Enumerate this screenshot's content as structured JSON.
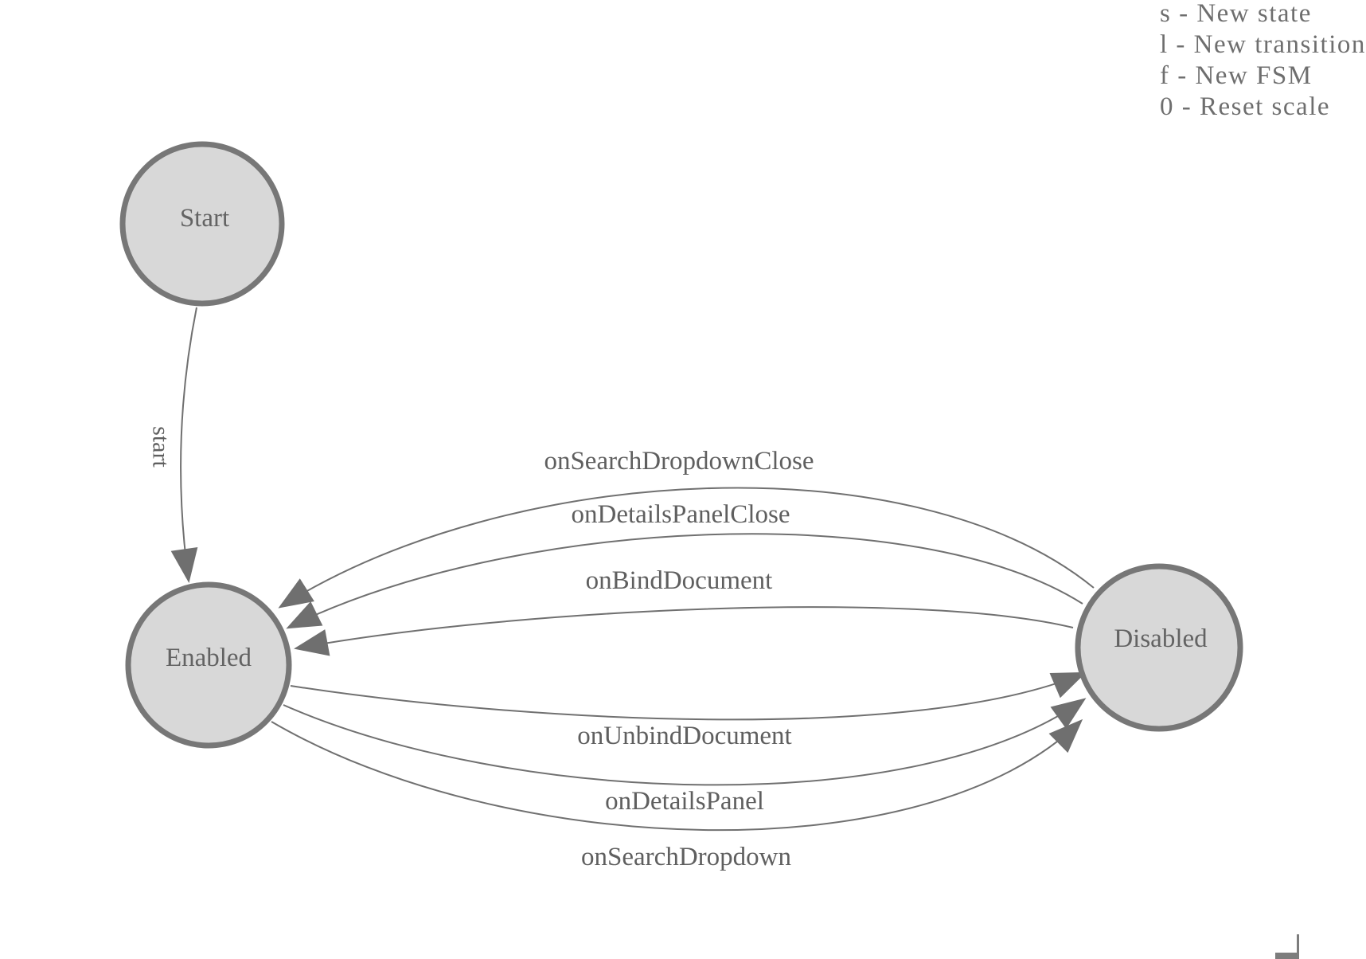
{
  "diagram": {
    "type": "finite-state-machine",
    "states": [
      {
        "label": "Start"
      },
      {
        "label": "Enabled"
      },
      {
        "label": "Disabled"
      }
    ],
    "transitions": [
      {
        "label": "start",
        "from": "Start",
        "to": "Enabled"
      },
      {
        "label": "onSearchDropdownClose",
        "from": "Disabled",
        "to": "Enabled"
      },
      {
        "label": "onDetailsPanelClose",
        "from": "Disabled",
        "to": "Enabled"
      },
      {
        "label": "onBindDocument",
        "from": "Disabled",
        "to": "Enabled"
      },
      {
        "label": "onUnbindDocument",
        "from": "Enabled",
        "to": "Disabled"
      },
      {
        "label": "onDetailsPanel",
        "from": "Enabled",
        "to": "Disabled"
      },
      {
        "label": "onSearchDropdown",
        "from": "Enabled",
        "to": "Disabled"
      }
    ]
  },
  "legend": {
    "lines": [
      "s - New state",
      "l - New transition",
      "f - New FSM",
      "0 - Reset scale"
    ]
  },
  "colors": {
    "state_fill": "#d8d8d8",
    "state_stroke": "#777777",
    "edge": "#707070",
    "arrowhead": "#6f6f6f",
    "state_label": "#636363",
    "edge_label": "#5f5f5f",
    "legend_text": "#6e6e6e",
    "corner_mark": "#7d7d7d"
  }
}
